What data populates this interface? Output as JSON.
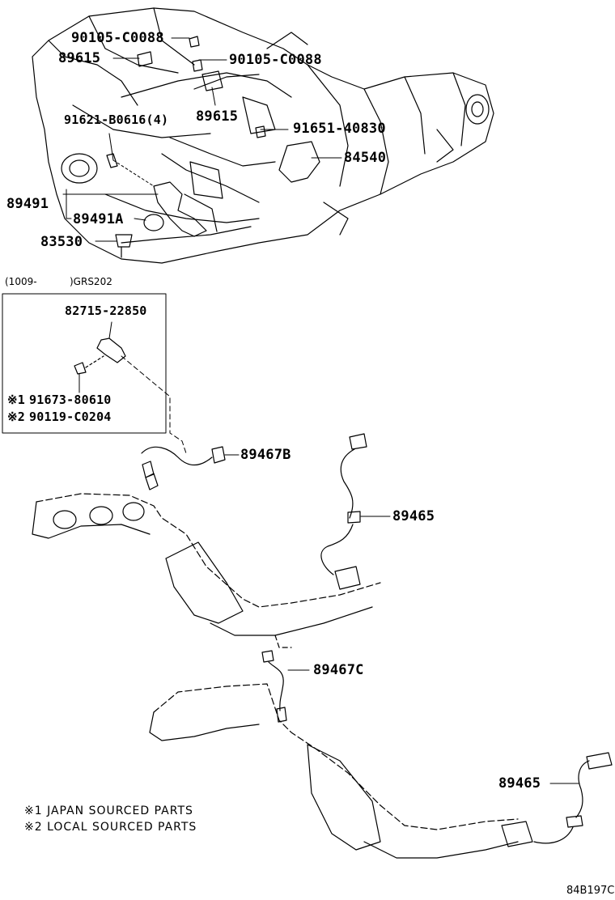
{
  "parts": {
    "p90105_a": "90105-C0088",
    "p89615_a": "89615",
    "p90105_b": "90105-C0088",
    "p89615_b": "89615",
    "p91621": "91621-B0616(4)",
    "p91651": "91651-40830",
    "p84540": "84540",
    "p89491": "89491",
    "p89491A": "89491A",
    "p83530": "83530",
    "p82715": "82715-22850",
    "p91673": "91673-80610",
    "p90119": "90119-C0204",
    "p89467B": "89467B",
    "p89465_a": "89465",
    "p89467C": "89467C",
    "p89465_b": "89465"
  },
  "markers": {
    "m1": "※1",
    "m2": "※2"
  },
  "inset": {
    "caption_left": "(1009-",
    "caption_right": ")GRS202"
  },
  "notes": {
    "note1": "※1 JAPAN SOURCED PARTS",
    "note2": "※2 LOCAL SOURCED PARTS"
  },
  "drawing_code": "84B197C"
}
